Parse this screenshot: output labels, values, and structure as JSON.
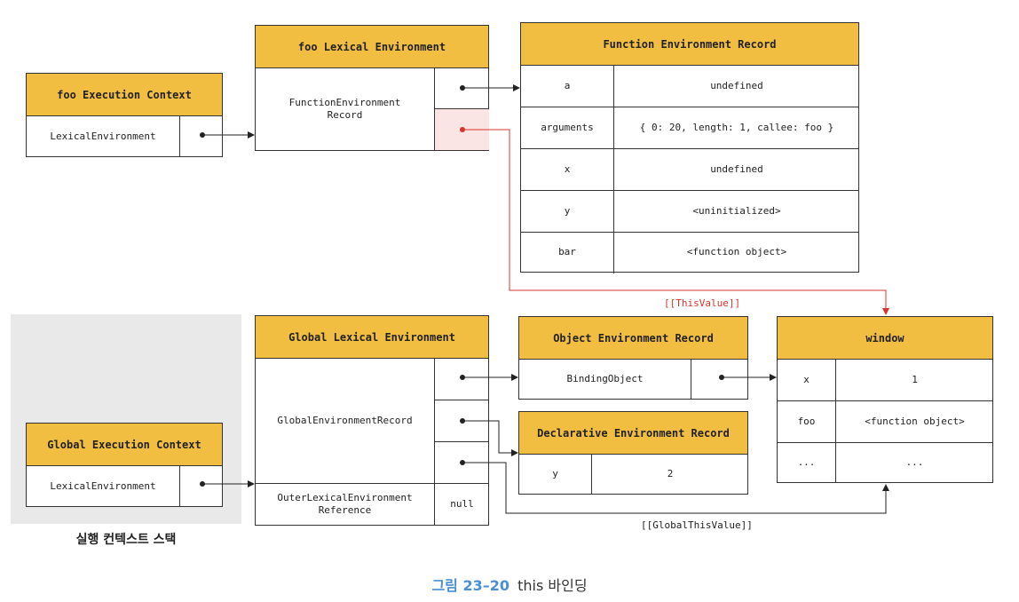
{
  "foo_ec": {
    "title": "foo Execution Context",
    "row": "LexicalEnvironment"
  },
  "foo_le": {
    "title": "foo Lexical Environment",
    "record": "FunctionEnvironment\nRecord"
  },
  "fer": {
    "title": "Function Environment Record",
    "rows": [
      {
        "k": "a",
        "v": "undefined"
      },
      {
        "k": "arguments",
        "v": "{ 0: 20, length: 1, callee: foo }"
      },
      {
        "k": "x",
        "v": "undefined"
      },
      {
        "k": "y",
        "v": "<uninitialized>"
      },
      {
        "k": "bar",
        "v": "<function object>"
      }
    ]
  },
  "global_ec": {
    "title": "Global Execution Context",
    "row": "LexicalEnvironment"
  },
  "global_le": {
    "title": "Global Lexical Environment",
    "record": "GlobalEnvironmentRecord",
    "outer": "OuterLexicalEnvironment\nReference",
    "outer_value": "null"
  },
  "oer": {
    "title": "Object Environment Record",
    "row": "BindingObject"
  },
  "der": {
    "title": "Declarative Environment Record",
    "k": "y",
    "v": "2"
  },
  "window": {
    "title": "window",
    "rows": [
      {
        "k": "x",
        "v": "1"
      },
      {
        "k": "foo",
        "v": "<function object>"
      },
      {
        "k": "...",
        "v": "..."
      }
    ]
  },
  "labels": {
    "this_value": "[[ThisValue]]",
    "global_this_value": "[[GlobalThisValue]]"
  },
  "stack_label": "실행 컨텍스트 스택",
  "figure": {
    "number": "그림 23–20",
    "title": "this 바인딩"
  },
  "colors": {
    "header": "#f1be42",
    "highlight": "#fbe4e4",
    "red": "#d9342b",
    "stack_bg": "#e9e9e9"
  }
}
